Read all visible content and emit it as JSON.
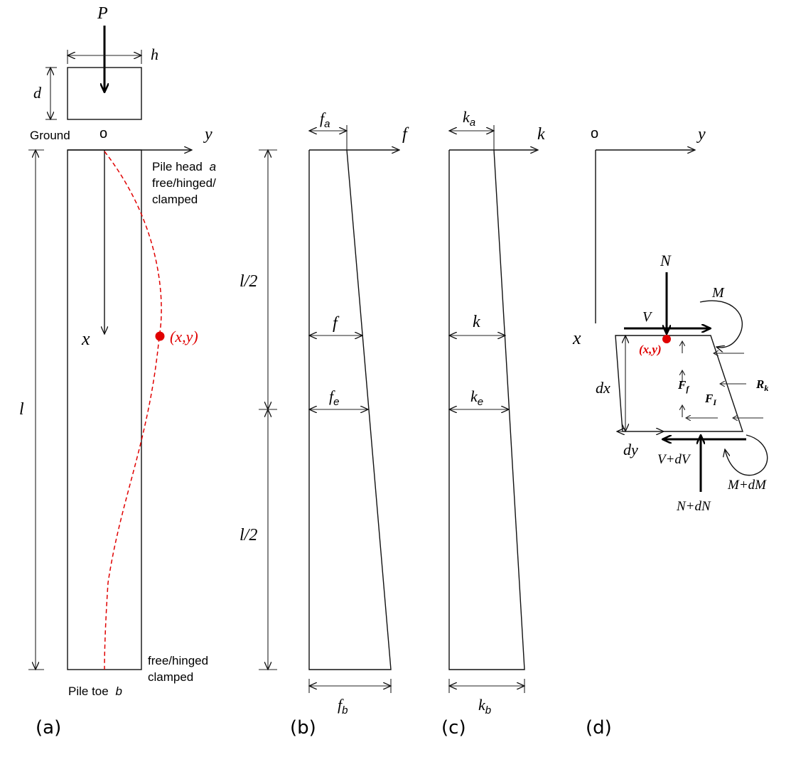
{
  "panel_a": {
    "load": "P",
    "width": "h",
    "depth": "d",
    "ground": "Ground",
    "origin": "o",
    "y_axis": "y",
    "x_axis": "x",
    "length": "l",
    "pile_head": "Pile head",
    "pile_head_sym": "a",
    "head_cond_1": "free/hinged/",
    "head_cond_2": "clamped",
    "point": "(x,y)",
    "toe_cond_1": "free/hinged",
    "toe_cond_2": "clamped",
    "pile_toe": "Pile toe",
    "pile_toe_sym": "b",
    "caption": "(a)"
  },
  "panel_b": {
    "half_top": "l/2",
    "half_bottom": "l/2",
    "fa_base": "f",
    "fa_sub": "a",
    "axis": "f",
    "f_label": "f",
    "fe_base": "f",
    "fe_sub": "e",
    "fb_base": "f",
    "fb_sub": "b",
    "caption": "(b)"
  },
  "panel_c": {
    "ka_base": "k",
    "ka_sub": "a",
    "axis": "k",
    "k_label": "k",
    "ke_base": "k",
    "ke_sub": "e",
    "kb_base": "k",
    "kb_sub": "b",
    "caption": "(c)"
  },
  "panel_d": {
    "origin": "o",
    "y_axis": "y",
    "x_axis": "x",
    "N": "N",
    "M": "M",
    "V": "V",
    "point": "(x,y)",
    "dx": "dx",
    "dy": "dy",
    "Ff": "F",
    "Ff_sub": "f",
    "FI": "F",
    "FI_sub": "I",
    "Rk": "R",
    "Rk_sub": "k",
    "V_dV": "V+dV",
    "M_dM": "M+dM",
    "N_dN": "N+dN",
    "caption": "(d)"
  }
}
